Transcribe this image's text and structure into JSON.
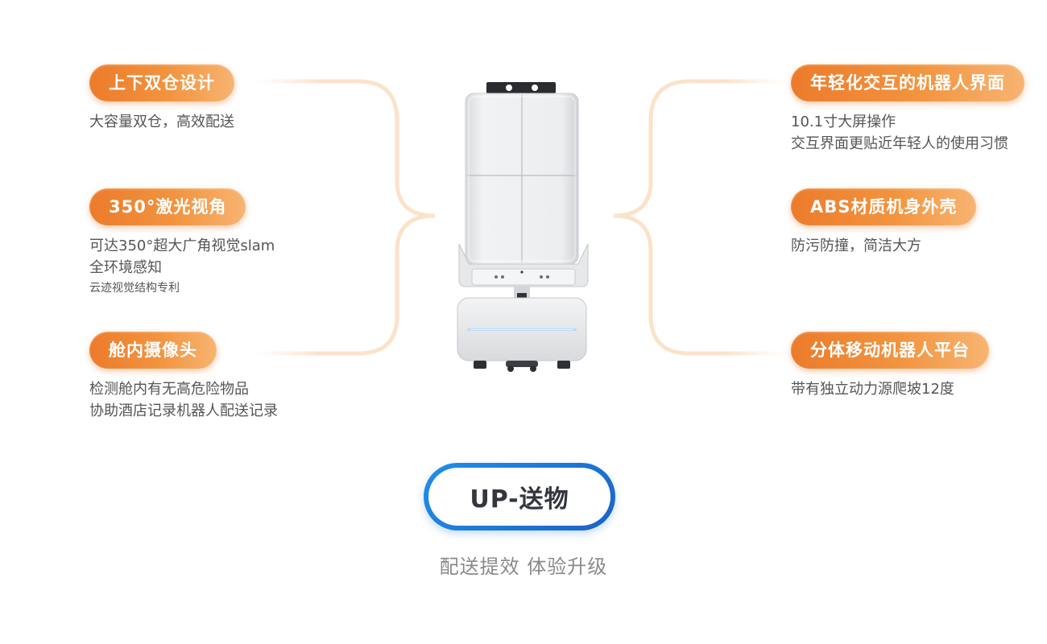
{
  "features_left": [
    {
      "title": "上下双仓设计",
      "lines": [
        "大容量双仓，高效配送"
      ]
    },
    {
      "title": "350°激光视角",
      "lines": [
        "可达350°超大广角视觉slam",
        "全环境感知"
      ],
      "note": "云迹视觉结构专利"
    },
    {
      "title": "舱内摄像头",
      "lines": [
        "检测舱内有无高危险物品",
        "协助酒店记录机器人配送记录"
      ]
    }
  ],
  "features_right": [
    {
      "title": "年轻化交互的机器人界面",
      "lines": [
        "10.1寸大屏操作",
        "交互界面更贴近年轻人的使用习惯"
      ]
    },
    {
      "title": "ABS材质机身外壳",
      "lines": [
        "防污防撞，简洁大方"
      ]
    },
    {
      "title": "分体移动机器人平台",
      "lines": [
        "带有独立动力源爬坡12度"
      ]
    }
  ],
  "product": {
    "name": "UP-送物",
    "tagline": "配送提效 体验升级"
  },
  "colors": {
    "pill_start": "#ec7b2b",
    "pill_end": "#f7b471",
    "product_border": "#1b6fd6",
    "connector": "#fbe3c9"
  }
}
